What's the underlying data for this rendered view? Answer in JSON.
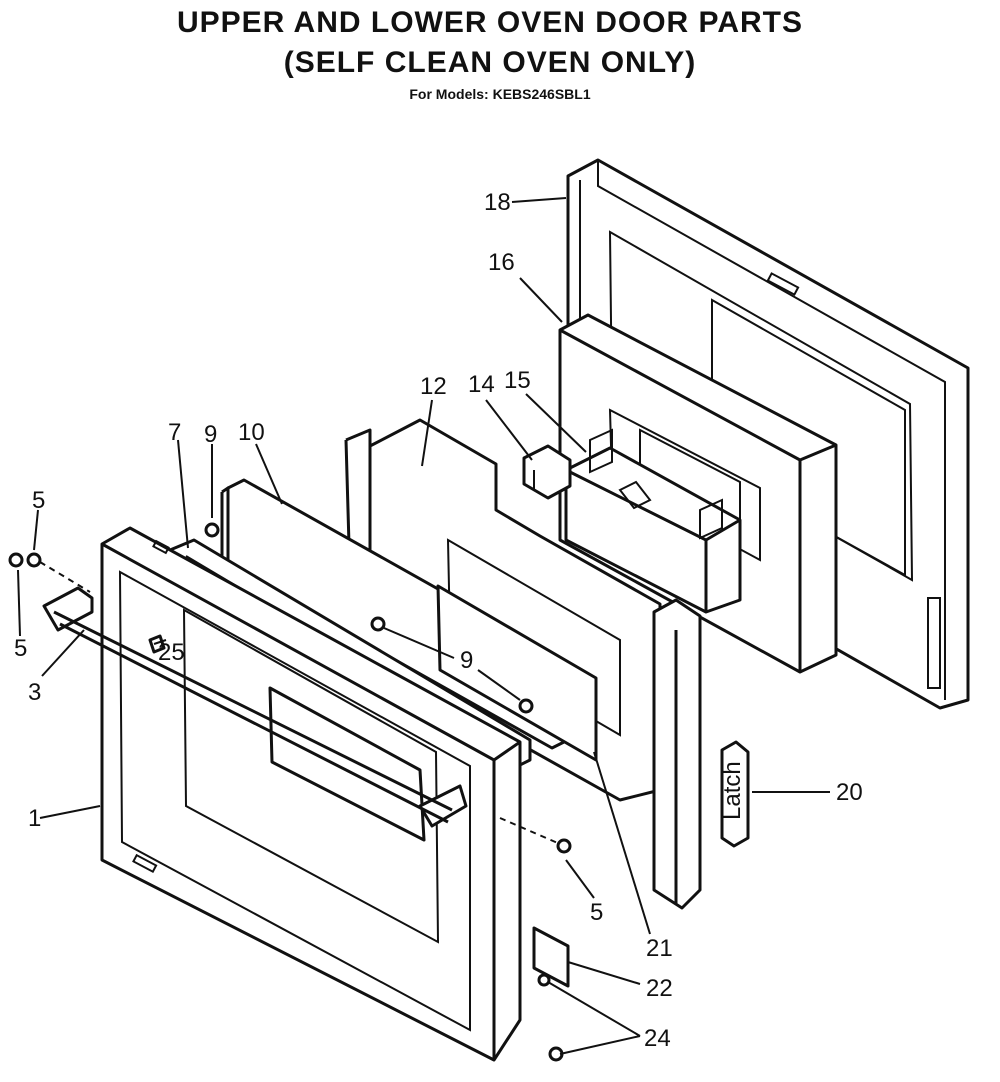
{
  "header": {
    "title_line1": "UPPER AND LOWER OVEN DOOR PARTS",
    "title_line2": "(SELF CLEAN OVEN ONLY)",
    "models": "For Models: KEBS246SBL1"
  },
  "callouts": [
    "18",
    "16",
    "12",
    "14",
    "15",
    "7",
    "9",
    "10",
    "5",
    "5",
    "3",
    "25",
    "9",
    "1",
    "20",
    "5",
    "21",
    "22",
    "24"
  ]
}
